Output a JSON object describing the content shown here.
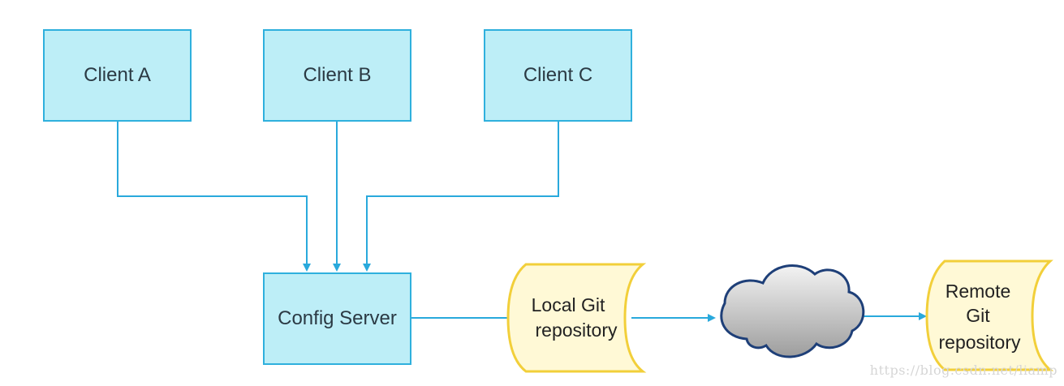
{
  "nodes": {
    "client_a": "Client A",
    "client_b": "Client B",
    "client_c": "Client C",
    "config_server": "Config Server",
    "local_git": [
      "Local Git",
      "repository"
    ],
    "remote_git": [
      "Remote",
      "Git",
      "repository"
    ]
  },
  "watermark": "https://blog.csdn.net/liamp",
  "colors": {
    "box_fill": "#bdeef7",
    "box_border": "#2fb0dd",
    "connector": "#29a9dc",
    "doc_fill": "#fff9d6",
    "doc_border": "#f2cf3a",
    "cloud_fill": "#c9c9c9"
  }
}
